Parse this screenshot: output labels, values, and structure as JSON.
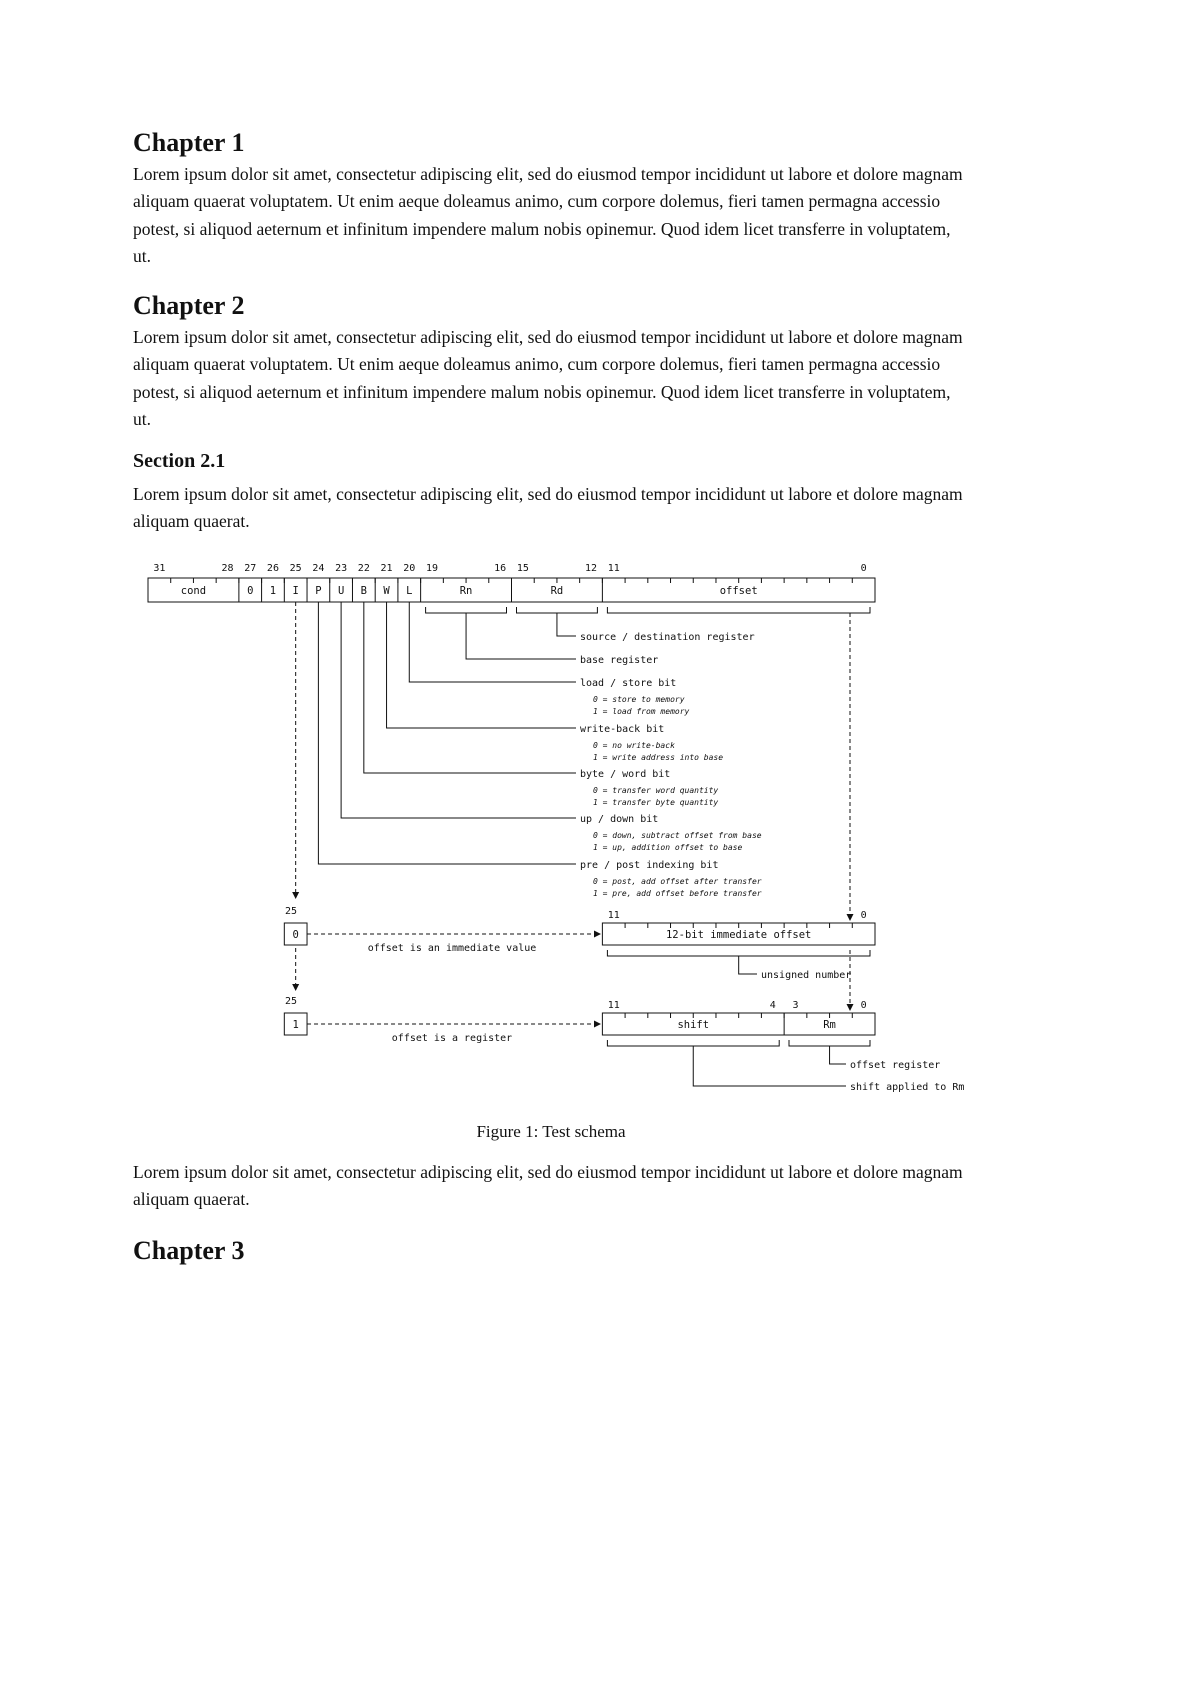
{
  "document": {
    "chapters": [
      {
        "title": "Chapter 1",
        "body": "Lorem ipsum dolor sit amet, consectetur adipiscing elit, sed do eiusmod tempor incididunt ut labore et dolore magnam aliquam quaerat voluptatem. Ut enim aeque doleamus animo, cum corpore dolemus, fieri tamen permagna accessio potest, si aliquod aeternum et infinitum impendere malum nobis opinemur. Quod idem licet transferre in voluptatem, ut."
      },
      {
        "title": "Chapter 2",
        "body": "Lorem ipsum dolor sit amet, consectetur adipiscing elit, sed do eiusmod tempor incididunt ut labore et dolore magnam aliquam quaerat voluptatem. Ut enim aeque doleamus animo, cum corpore dolemus, fieri tamen permagna accessio potest, si aliquod aeternum et infinitum impendere malum nobis opinemur. Quod idem licet transferre in voluptatem, ut."
      }
    ],
    "section": {
      "title": "Section 2.1",
      "body": "Lorem ipsum dolor sit amet, consectetur adipiscing elit, sed do eiusmod tempor incididunt ut labore et dolore magnam aliquam quaerat."
    },
    "post_figure_paragraph": "Lorem ipsum dolor sit amet, consectetur adipiscing elit, sed do eiusmod tempor incididunt ut labore et dolore magnam aliquam quaerat.",
    "chapter3_title": "Chapter 3",
    "figure": {
      "caption": "Figure 1: Test schema",
      "register": {
        "bit_labels": [
          "31",
          "28",
          "27",
          "26",
          "25",
          "24",
          "23",
          "22",
          "21",
          "20",
          "19",
          "16",
          "15",
          "12",
          "11",
          "0"
        ],
        "field_labels": [
          "cond",
          "0",
          "1",
          "I",
          "P",
          "U",
          "B",
          "W",
          "L",
          "Rn",
          "Rd",
          "offset"
        ]
      },
      "callouts": [
        {
          "title": "source / destination register",
          "subs": []
        },
        {
          "title": "base register",
          "subs": []
        },
        {
          "title": "load / store bit",
          "subs": [
            "0 = store to memory",
            "1 = load from memory"
          ]
        },
        {
          "title": "write-back bit",
          "subs": [
            "0 = no write-back",
            "1 = write address into base"
          ]
        },
        {
          "title": "byte / word bit",
          "subs": [
            "0 = transfer word quantity",
            "1 = transfer byte quantity"
          ]
        },
        {
          "title": "up / down bit",
          "subs": [
            "0 = down, subtract offset from base",
            "1 = up, addition offset to base"
          ]
        },
        {
          "title": "pre / post indexing bit",
          "subs": [
            "0 = post, add offset after transfer",
            "1 = pre, add offset before transfer"
          ]
        }
      ],
      "immediate_row": {
        "bit_no": "25",
        "value": "0",
        "connector_label": "offset is an immediate value",
        "box_label": "12-bit immediate offset",
        "bit_left": "11",
        "bit_right": "0",
        "note": "unsigned number"
      },
      "register_row": {
        "bit_no": "25",
        "value": "1",
        "connector_label": "offset is a register",
        "shift_label": "shift",
        "rm_label": "Rm",
        "bit_labels": [
          "11",
          "4",
          "3",
          "0"
        ],
        "rm_note": "offset register",
        "shift_note": "shift applied to Rm"
      }
    }
  }
}
